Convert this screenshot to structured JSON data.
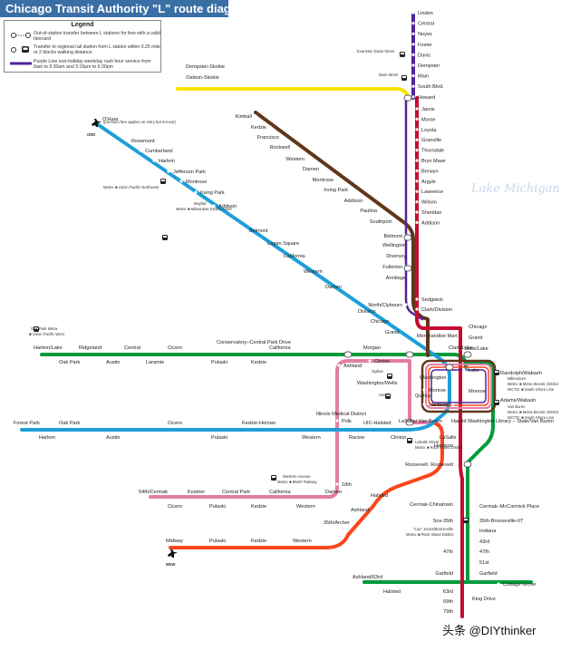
{
  "title": "Chicago Transit Authority \"L\" route diagram",
  "lake_label": "Lake Michigan",
  "watermark": "头条 @DIYthinker",
  "colors": {
    "red": "#c60c30",
    "blue": "#1f9fd8",
    "brown": "#62361b",
    "green": "#009b3a",
    "orange": "#f9461c",
    "pink": "#e27ea6",
    "purple": "#522398",
    "yellow": "#f9e300",
    "title_bar": "#3a6fa6"
  },
  "legend": {
    "title": "Legend",
    "items": [
      {
        "icon": "transfer-icon",
        "text": "Out-of-station transfer between L stations for free with a valid farecard"
      },
      {
        "icon": "rail-transfer-icon",
        "text": "Transfer to regional rail station from L station within 0.25 mile or 2 blocks walking distance"
      },
      {
        "icon": "purple-express-icon",
        "text": "Purple Line non-holiday weekday rush hour service from 6am to 9:30am and 3:15pm to 6:30pm"
      }
    ]
  },
  "lines": [
    {
      "name": "purple",
      "stations": [
        "Linden",
        "Central",
        "Noyes",
        "Foster",
        "Davis",
        "Dempster",
        "Main",
        "South Blvd.",
        "Howard"
      ]
    },
    {
      "name": "yellow",
      "stations": [
        "Dempster-Skokie",
        "Oakton-Skokie"
      ]
    },
    {
      "name": "red",
      "stations": [
        "Jarvis",
        "Morse",
        "Loyola",
        "Granville",
        "Thorndale",
        "Bryn Mawr",
        "Berwyn",
        "Argyle",
        "Lawrence",
        "Wilson",
        "Sheridan",
        "Addison",
        "Belmont",
        "Fullerton",
        "North/Clybourn",
        "Clark/Division",
        "Chicago",
        "Grand",
        "Lake",
        "Monroe",
        "Jackson",
        "Harrison",
        "Roosevelt",
        "Cermak-Chinatown",
        "Sox-35th",
        "47th",
        "Garfield",
        "63rd",
        "69th",
        "79th"
      ]
    },
    {
      "name": "brown",
      "stations": [
        "Kimball",
        "Kedzie",
        "Francisco",
        "Rockwell",
        "Western",
        "Damen",
        "Montrose",
        "Irving Park",
        "Addison",
        "Paulina",
        "Southport",
        "Wellington",
        "Diversey",
        "Armitage",
        "Sedgwick"
      ]
    },
    {
      "name": "blue",
      "stations": [
        "O'Hare",
        "Rosemont",
        "Cumberland",
        "Harlem",
        "Jefferson Park",
        "Montrose",
        "Irving Park",
        "Addison",
        "Belmont",
        "Logan Square",
        "California",
        "Western",
        "Damen",
        "Division",
        "Chicago",
        "Grand",
        "Clark/Lake",
        "Washington",
        "Monroe",
        "Jackson",
        "LaSalle",
        "Clinton",
        "UIC-Halsted",
        "Racine",
        "Illinois Medical District",
        "Western",
        "Kedzie-Homan",
        "Pulaski",
        "Cicero",
        "Austin",
        "Oak Park",
        "Harlem",
        "Forest Park"
      ]
    },
    {
      "name": "green",
      "stations": [
        "Harlem/Lake",
        "Oak Park",
        "Ridgeland",
        "Austin",
        "Central",
        "Laramie",
        "Cicero",
        "Pulaski",
        "Conservatory–Central Park Drive",
        "Kedzie",
        "California",
        "Ashland",
        "Morgan",
        "Clinton",
        "Roosevelt",
        "Cermak–McCormick Place",
        "35th-Bronzeville-IIT",
        "Indiana",
        "43rd",
        "47th",
        "51st",
        "Garfield",
        "King Drive",
        "Cottage Grove",
        "Halsted",
        "Ashland/63rd"
      ]
    },
    {
      "name": "pink",
      "stations": [
        "54th/Cermak",
        "Cicero",
        "Kostner",
        "Pulaski",
        "Central Park",
        "Kedzie",
        "California",
        "Western",
        "Damen",
        "18th",
        "Polk"
      ]
    },
    {
      "name": "orange",
      "stations": [
        "Midway",
        "Pulaski",
        "Kedzie",
        "Western",
        "35th/Archer",
        "Ashland",
        "Halsted"
      ]
    }
  ],
  "notes": {
    "ohare": "(premium fare applies on entry but not exit)",
    "ord": "ORD",
    "mdw": "MDW",
    "union_pacific_northwest": "Metra: ■ Union Pacific Northwest",
    "mayfair": "Mayfair",
    "milwaukee_district_north": "Metra: ■ Milwaukee District North",
    "oak_park_metra": "Oak Park Metra",
    "union_pacific_west": "■ Union Pacific West",
    "evanston_davis": "Evanston Davis Street",
    "main_street": "Main Street",
    "millennium": "Millennium",
    "van_buren": "Van Buren",
    "ogilvie": "Ogilvie",
    "union": "Union",
    "lasalle_street": "LaSalle Street",
    "western_avenue": "Western Avenue",
    "lou_jones": "\"Lou\" Jones/Bronzeville",
    "metra_electric": "Metra: ■ Metra Electric District",
    "south_shore": "NICTD: ■ South Shore Line",
    "rock_island": "Metra: ■ Rock Island District",
    "bnsf": "Metra: ■ BNSF Railway",
    "randolph_wabash": "Randolph/Wabash",
    "adams_wabash": "Adams/Wabash",
    "state_lake": "State/Lake",
    "lasalle_van_buren": "LaSalle/ Van Buren",
    "harold_washington": "Harold Washington Library – State/Van Buren",
    "washington_wells": "Washington/Wells",
    "quincy": "Quincy",
    "merchandise_mart": "Merchandise Mart"
  }
}
